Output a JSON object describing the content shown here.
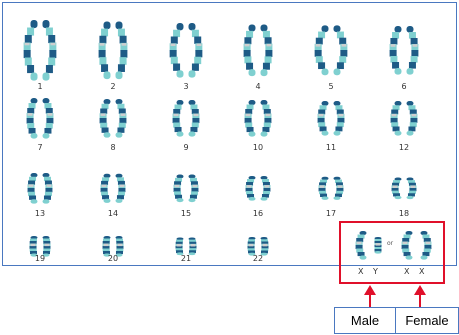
{
  "karyotype": {
    "pair_numbers": [
      "1",
      "2",
      "3",
      "4",
      "5",
      "6",
      "7",
      "8",
      "9",
      "10",
      "11",
      "12",
      "13",
      "14",
      "15",
      "16",
      "17",
      "18",
      "19",
      "20",
      "21",
      "22"
    ],
    "sex_chromosomes": {
      "male_labels": [
        "X",
        "Y"
      ],
      "or_text": "or",
      "female_labels": [
        "X",
        "X"
      ]
    }
  },
  "callouts": {
    "male_label": "Male",
    "female_label": "Female"
  },
  "colors": {
    "frame_border": "#4a78c0",
    "highlight_box": "#e0102a",
    "arrow": "#e0102a",
    "chromosome_dark": "#1e5b86",
    "chromosome_light": "#7fd0d0"
  }
}
